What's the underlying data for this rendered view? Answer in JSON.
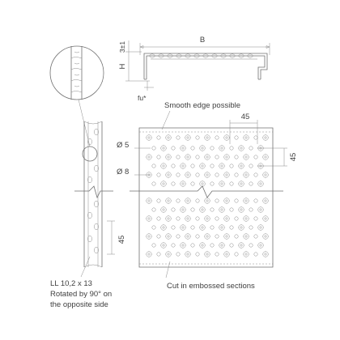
{
  "section_view": {
    "dim_width": "B",
    "dim_height": "H",
    "dim_offset": "3±1",
    "dim_flange": "fu*"
  },
  "front_view": {
    "note_top": "Smooth edge possible",
    "dim_pitch_h": "45",
    "dim_pitch_v": "45",
    "hole_small": "Ø 5",
    "hole_large": "Ø 8",
    "note_bottom": "Cut in embossed sections"
  },
  "side_view": {
    "dim_slot_pitch": "45",
    "slot_note_lines": [
      "LL 10,2 x 13",
      "Rotated by 90° on",
      "the opposite side"
    ]
  }
}
